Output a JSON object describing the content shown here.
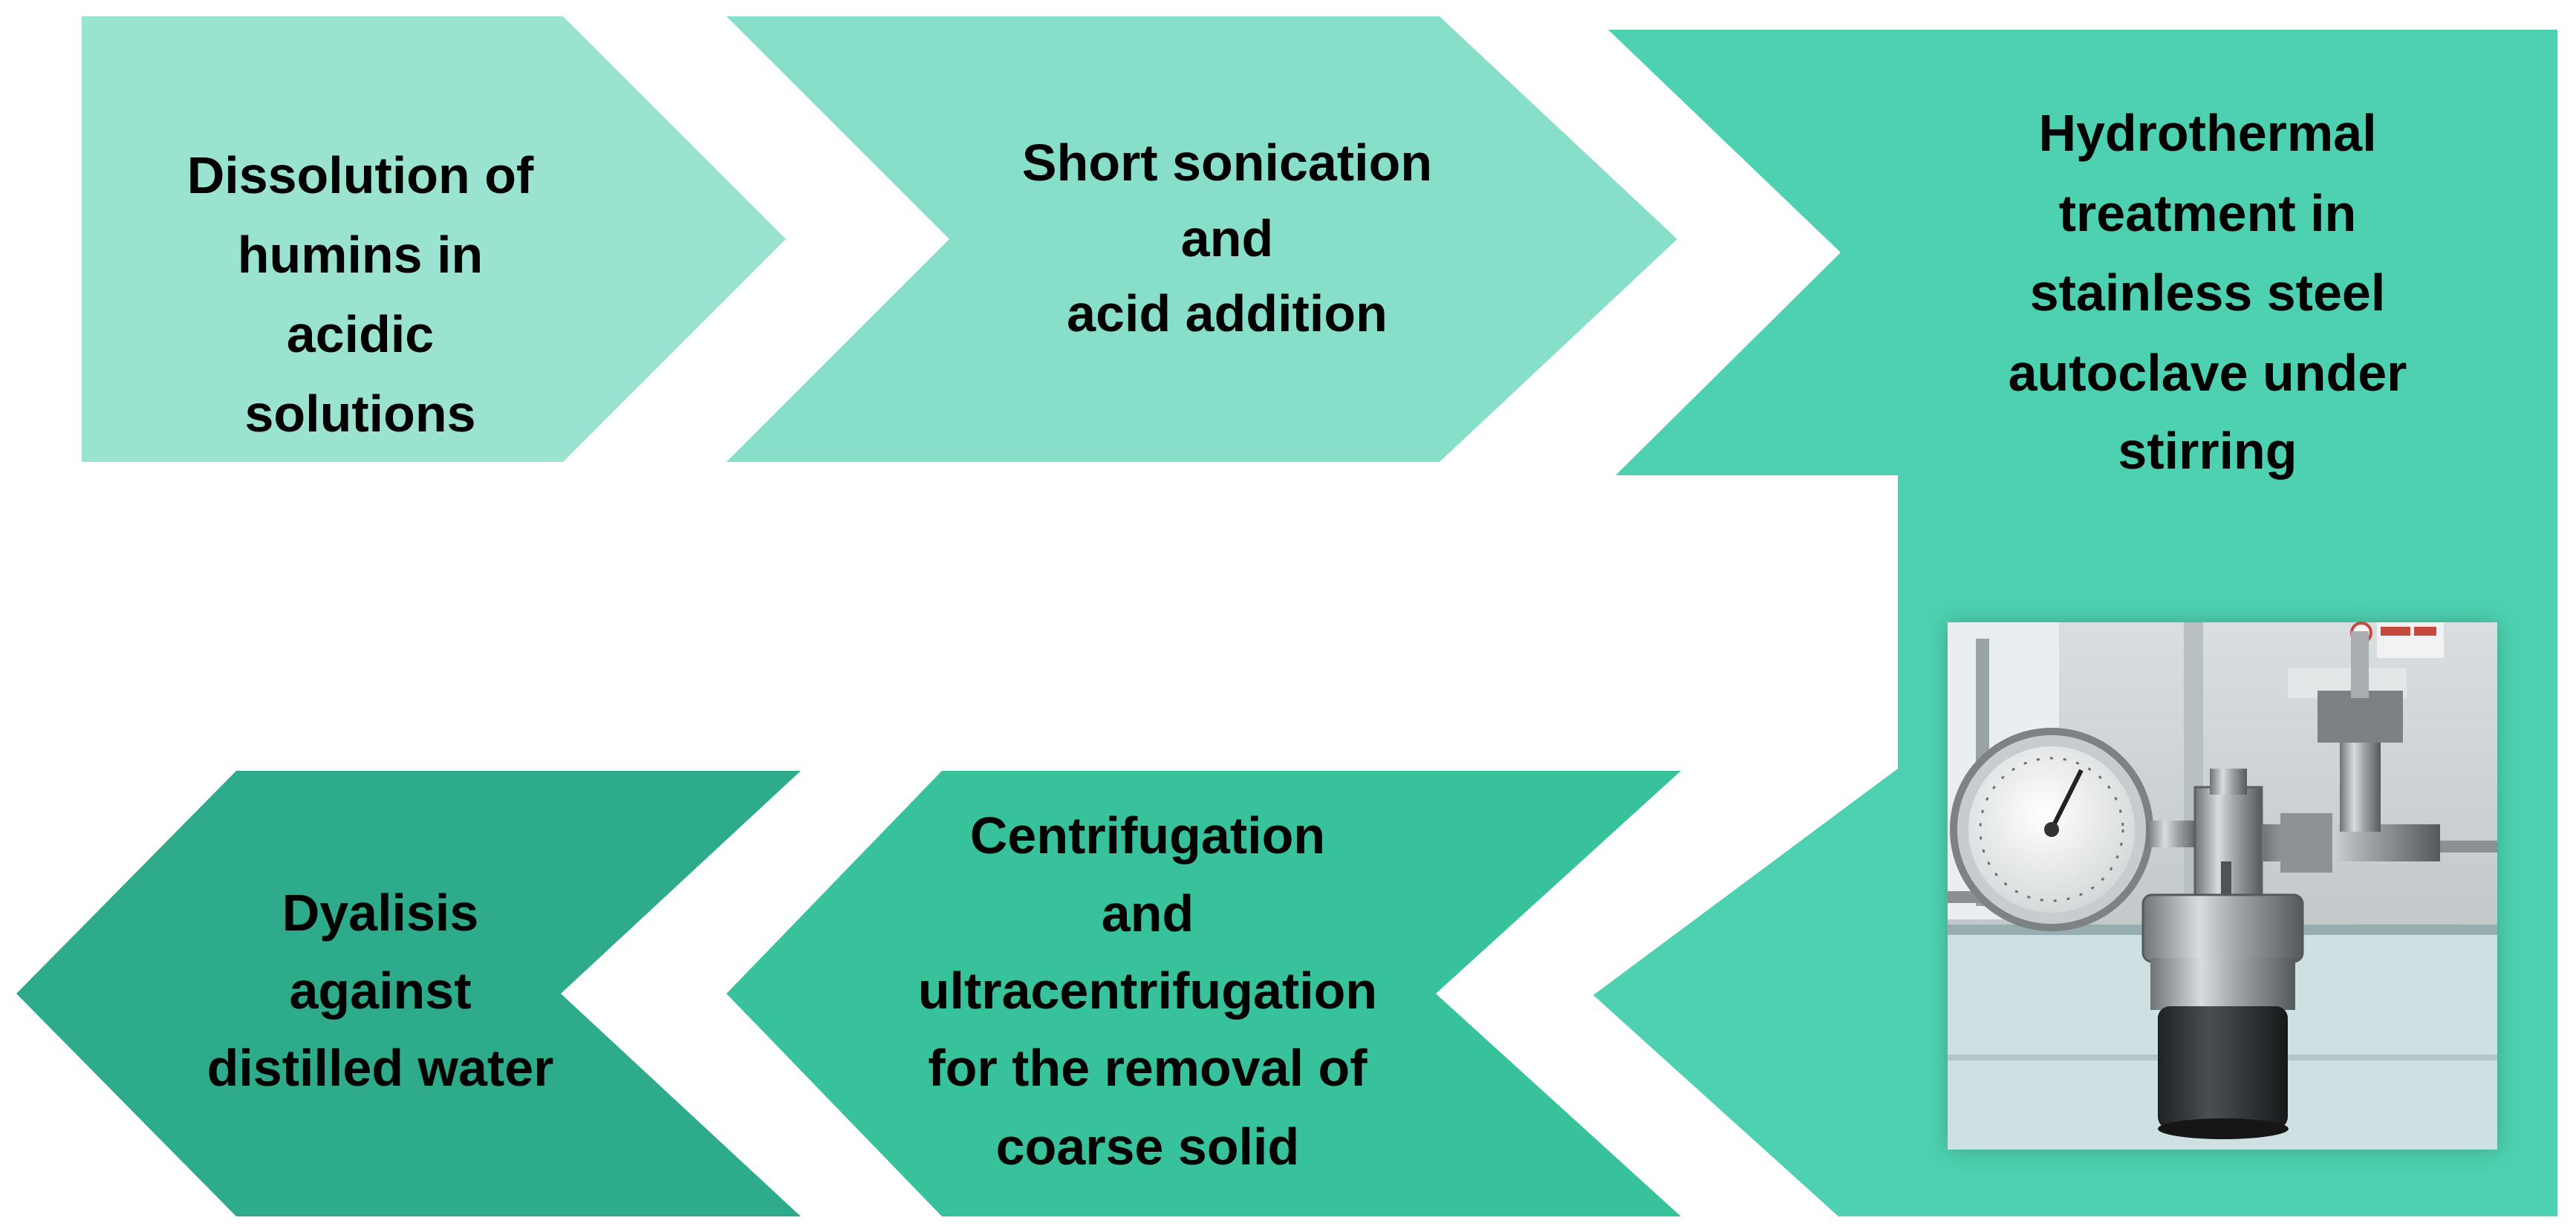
{
  "colors": {
    "background": "#ffffff",
    "step_1": "#99e3d0",
    "step_2": "#87dec9",
    "step_3": "#4dd1b0",
    "step_4": "#38c29c",
    "step_5": "#2eab8a",
    "text": "#000000"
  },
  "steps": [
    {
      "id": "step-1",
      "lines": [
        "Dissolution of",
        "humins in",
        "acidic",
        "solutions"
      ]
    },
    {
      "id": "step-2",
      "lines": [
        "Short sonication",
        "and",
        "acid addition"
      ]
    },
    {
      "id": "step-3",
      "lines": [
        "Hydrothermal",
        "treatment in",
        "stainless steel",
        "autoclave under",
        "stirring"
      ]
    },
    {
      "id": "step-4",
      "lines": [
        "Centrifugation",
        "and",
        "ultracentrifugation",
        "for the removal of",
        "coarse solid"
      ]
    },
    {
      "id": "step-5",
      "lines": [
        "Dyalisis",
        "against",
        "distilled water"
      ]
    }
  ],
  "photo": {
    "subject": "stainless steel autoclave with pressure gauge"
  }
}
